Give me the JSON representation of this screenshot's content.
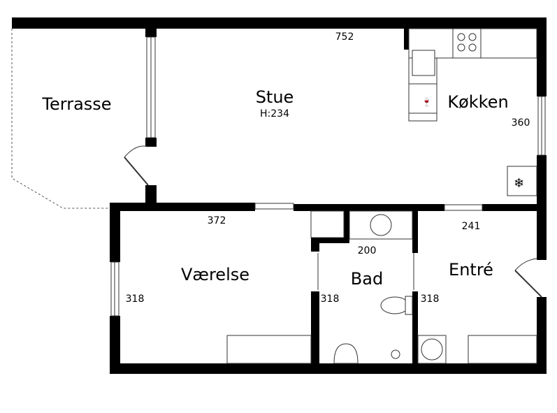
{
  "rooms": {
    "terrasse": {
      "name": "Terrasse"
    },
    "stue": {
      "name": "Stue",
      "height": "H:234",
      "width_dim": "752"
    },
    "kokken": {
      "name": "Køkken",
      "dim": "360"
    },
    "vaerelse": {
      "name": "Værelse",
      "width_dim": "372",
      "depth_dim": "318"
    },
    "bad": {
      "name": "Bad",
      "width_dim": "200",
      "depth_left": "318",
      "depth_right": "318"
    },
    "entre": {
      "name": "Entré",
      "width_dim": "241"
    }
  },
  "colors": {
    "wall": "#000000",
    "background": "#ffffff"
  }
}
